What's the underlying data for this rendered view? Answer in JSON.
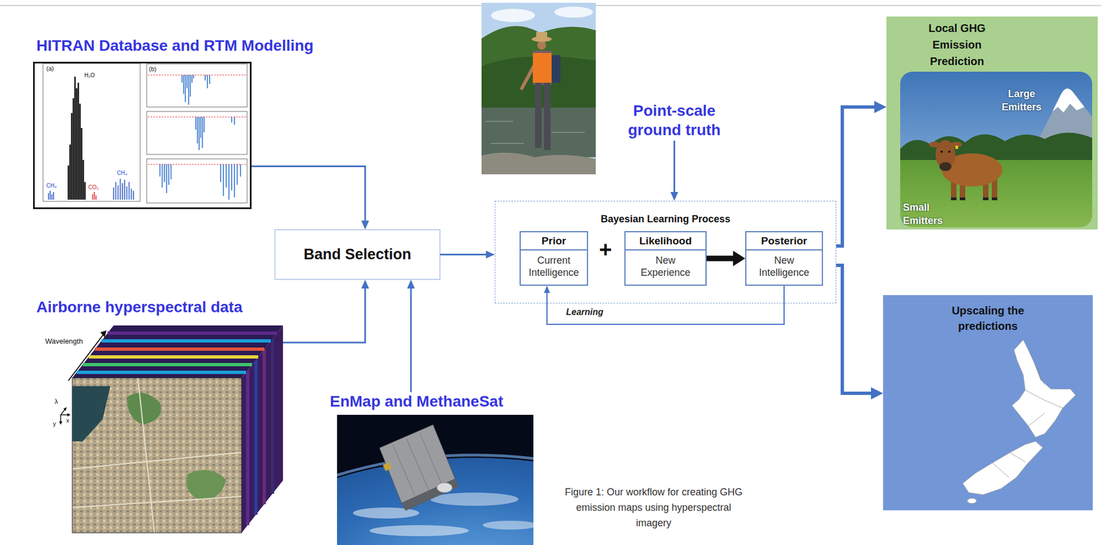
{
  "diagram": {
    "caption": "Figure 1: Our workflow for creating GHG emission maps using hyperspectral imagery",
    "nodes": [
      {
        "text": [
          "HITRAN Database and RTM Modelling"
        ]
      },
      {
        "text": [
          "Airborne hyperspectral data"
        ]
      },
      {
        "text": [
          "EnMap and MethaneSat"
        ]
      },
      {
        "text": [
          "Band Selection"
        ]
      },
      {
        "text": [
          "Point-scale ground truth"
        ]
      },
      {
        "text": [
          "Bayesian Learning Process"
        ]
      },
      {
        "text": [
          "Prior",
          "Current Intelligence"
        ],
        "in": 5
      },
      {
        "text": [
          "Likelihood",
          "New Experience"
        ],
        "in": 5
      },
      {
        "text": [
          "Posterior",
          "New Intelligence"
        ],
        "in": 5
      },
      {
        "text": [
          "Local GHG Emission Prediction",
          "Large Emitters",
          "Small Emitters"
        ]
      },
      {
        "text": [
          "Upscaling the predictions"
        ]
      }
    ],
    "edges": [
      {
        "from": 0,
        "to": 3,
        "arrow": "to"
      },
      {
        "from": 1,
        "to": 3,
        "arrow": "to"
      },
      {
        "from": 2,
        "to": 3,
        "arrow": "to"
      },
      {
        "from": 3,
        "to": 5,
        "arrow": "to"
      },
      {
        "from": 4,
        "to": 5,
        "arrow": "to"
      },
      {
        "from": 7,
        "to": 8,
        "arrow": "to"
      },
      {
        "from": 8,
        "to": 6,
        "arrow": "to",
        "label": "Learning"
      },
      {
        "from": 5,
        "to": 9,
        "arrow": "to"
      },
      {
        "from": 5,
        "to": 10,
        "arrow": "to"
      }
    ],
    "labels": [
      "+",
      "(a)",
      "(b)",
      "H₂O",
      "CH₄",
      "CO₂",
      "CH₄",
      "Wavelength",
      "λ",
      "x",
      "y"
    ]
  }
}
